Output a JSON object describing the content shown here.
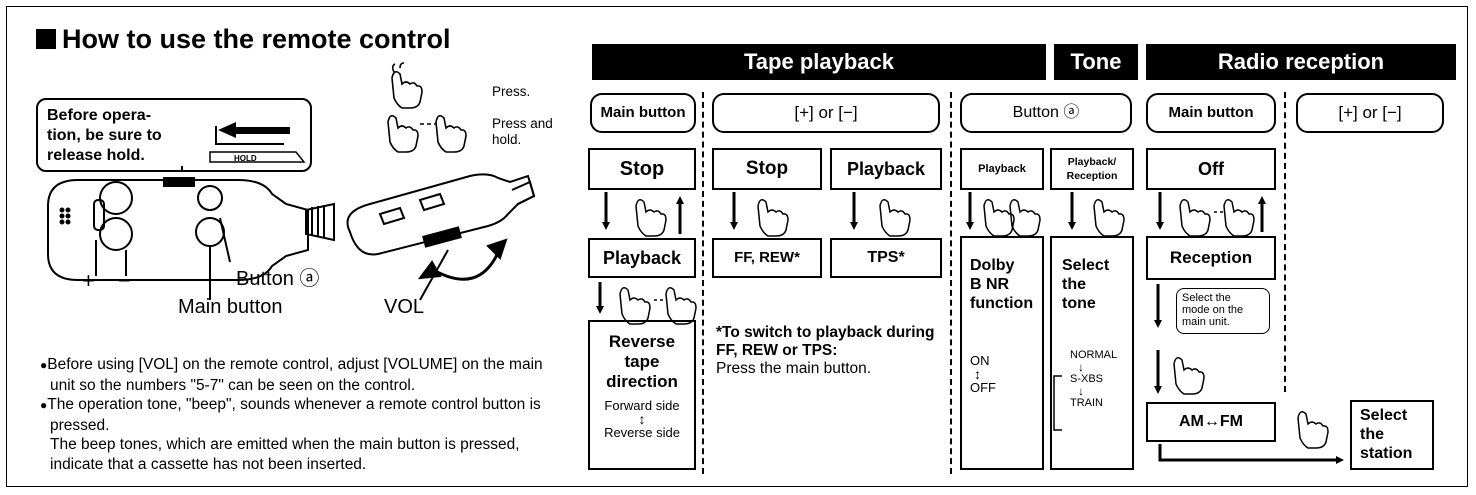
{
  "title": "How to use the remote control",
  "callout": "Before opera-\ntion, be sure to\nrelease hold.",
  "hold_label": "HOLD",
  "legend": {
    "press": "Press.",
    "press_hold": "Press and\nhold."
  },
  "remote_labels": {
    "plus": "+",
    "minus": "−",
    "button_a": "Button ⓐ",
    "main_button": "Main button",
    "vol": "VOL"
  },
  "notes": [
    "Before using [VOL] on the remote control, adjust [VOLUME] on the main unit so the numbers \"5-7\" can be seen on the control.",
    "The operation tone, \"beep\", sounds whenever a remote control button is pressed.",
    "The beep tones, which are emitted when the main button is pressed, indicate that a cassette has not been inserted."
  ],
  "headers": {
    "tape": "Tape playback",
    "tone": "Tone",
    "radio": "Radio reception"
  },
  "tape": {
    "main_button": "Main button",
    "plus_minus": "[+] or [−]",
    "stop": "Stop",
    "playback": "Playback",
    "reverse": "Reverse\ntape\ndirection",
    "forward_side": "Forward side",
    "reverse_side": "Reverse side",
    "stop2": "Stop",
    "playback2": "Playback",
    "ff_rew": "FF, REW*",
    "tps": "TPS*",
    "footnote_bold": "*To switch to playback during FF, REW or TPS:",
    "footnote_text": "Press the main button."
  },
  "tone": {
    "button_a": "Button ⓐ",
    "playback": "Playback",
    "playback_reception": "Playback/\nReception",
    "dolby": "Dolby\nB NR\nfunction",
    "on": "ON",
    "off": "OFF",
    "select_tone": "Select\nthe\ntone",
    "normal": "NORMAL",
    "sxbs": "S-XBS",
    "train": "TRAIN"
  },
  "radio": {
    "main_button": "Main button",
    "plus_minus": "[+] or [−]",
    "off": "Off",
    "reception": "Reception",
    "select_mode": "Select the\nmode on the\nmain unit.",
    "am_fm": "AM↔FM",
    "select_station": "Select\nthe\nstation"
  }
}
